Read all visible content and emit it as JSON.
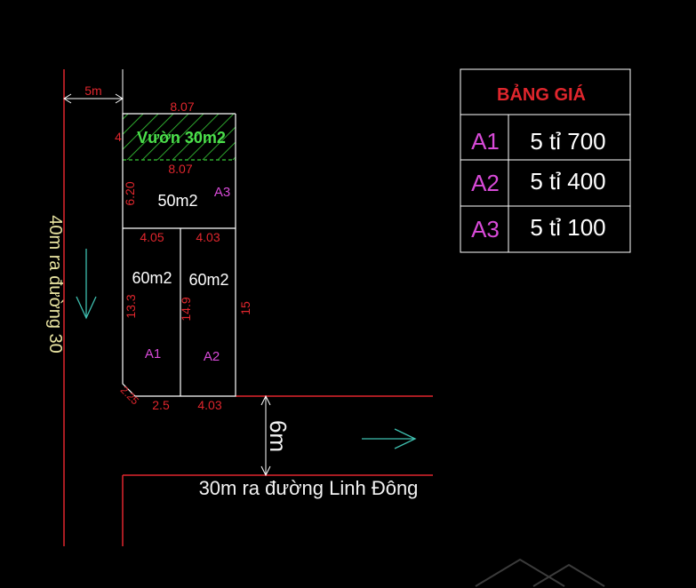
{
  "roads": {
    "bottom_label": "30m ra đường Linh Đông",
    "left_label": "40m ra đường 30",
    "road_width": "6m",
    "setback": "5m"
  },
  "garden": {
    "label": "Vườn 30m2",
    "top_width": "8.07",
    "depth": "4",
    "bottom_width": "8.07"
  },
  "lots": {
    "a3": {
      "name": "A3",
      "area": "50m2",
      "depth": "6.20"
    },
    "a1": {
      "name": "A1",
      "area": "60m2",
      "top_width": "4.05",
      "depth": "13.3",
      "bottom_width": "2.5",
      "corner": "2.25"
    },
    "a2": {
      "name": "A2",
      "area": "60m2",
      "top_width": "4.03",
      "depth": "14.9",
      "bottom_width": "4.03",
      "right_depth": "15"
    }
  },
  "price_table": {
    "title": "BẢNG GIÁ",
    "rows": [
      {
        "lot": "A1",
        "price": "5 tỉ 700"
      },
      {
        "lot": "A2",
        "price": "5 tỉ 400"
      },
      {
        "lot": "A3",
        "price": "5 tỉ 100"
      }
    ]
  },
  "colors": {
    "background": "#000000",
    "boundary": "#ffffff",
    "dimension": "#e0262d",
    "road_line": "#e0262d",
    "arrow": "#3fc0b0",
    "lot_label": "#d84ad8",
    "garden": "#4be04b",
    "street_label": "#e8e3a0"
  },
  "icons": [
    "down-arrow-icon",
    "right-arrow-icon"
  ]
}
